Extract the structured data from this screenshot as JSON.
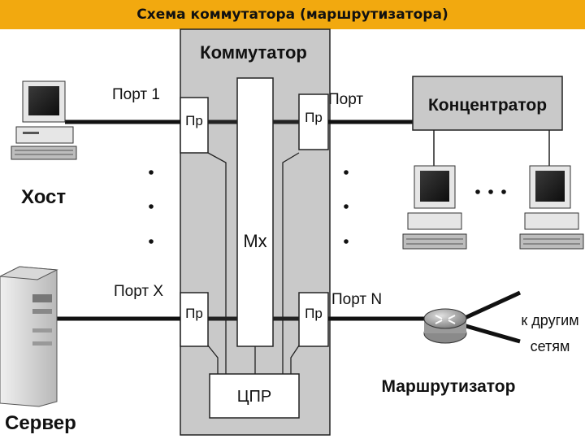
{
  "title": "Схема коммутатора (маршрутизатора)",
  "switch": {
    "label": "Коммутатор",
    "mux": "Mx",
    "cpu": "ЦПР",
    "port_unit": "Пр"
  },
  "ports": {
    "port1": "Порт 1",
    "portX": "Порт X",
    "port_right": "Порт",
    "portN": "Порт N"
  },
  "devices": {
    "host": "Хост",
    "server": "Сервер",
    "hub": "Концентратор",
    "router": "Маршрутизатор"
  },
  "other_networks": [
    "к другим",
    "сетям"
  ],
  "ellipsis_dots": "· · ·",
  "colors": {
    "title_bg": "#f2a90f",
    "switch_bg": "#c9c9c9",
    "line": "#111111"
  }
}
